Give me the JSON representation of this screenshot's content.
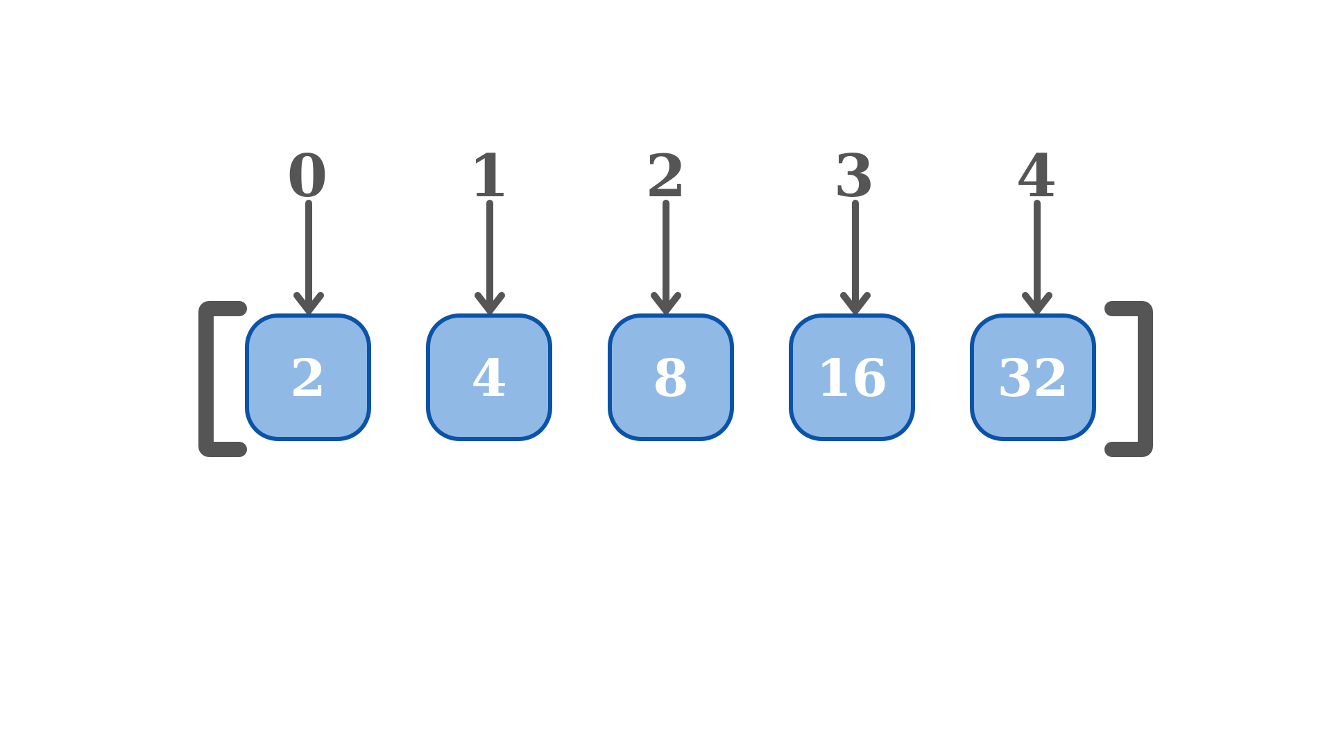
{
  "array": {
    "indices": [
      "0",
      "1",
      "2",
      "3",
      "4"
    ],
    "values": [
      "2",
      "4",
      "8",
      "16",
      "32"
    ]
  },
  "colors": {
    "background": "#ffffff",
    "cell_fill": "#90B9E6",
    "cell_border": "#0A53A8",
    "cell_text": "#ffffff",
    "index_text": "#555555",
    "arrow": "#555555",
    "bracket": "#555555"
  },
  "icons": {
    "arrow": "arrow-down-icon",
    "left_bracket": "left-bracket-icon",
    "right_bracket": "right-bracket-icon"
  }
}
